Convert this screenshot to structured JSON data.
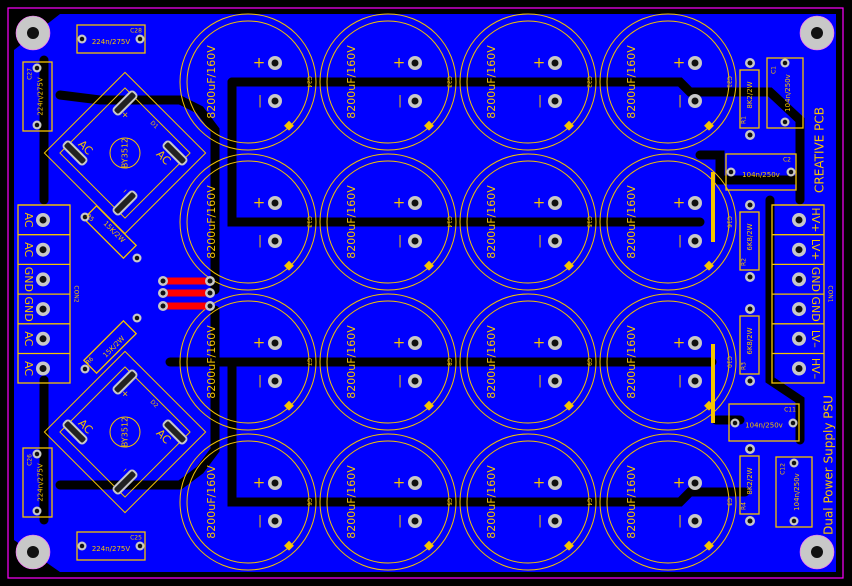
{
  "board": {
    "title": "CREATIVE PCB",
    "subtitle": "Dual Power Supply PSU",
    "colors": {
      "copper": "#0000ff",
      "silk": "#f5c400",
      "outline": "#ff00ff",
      "pad": "#c8c8c8",
      "jumper": "#ff0000",
      "background": "#000000"
    }
  },
  "electrolytics": {
    "value": "8200uF/160V",
    "plus": "+",
    "minus": "|",
    "rows": [
      [
        "C24",
        "C23",
        "C22",
        "C21"
      ],
      [
        "C13",
        "C14",
        "C15",
        "C16"
      ],
      [
        "C7",
        "C8",
        "C9",
        "C10"
      ],
      [
        "C6",
        "C5",
        "C4",
        "C3"
      ]
    ]
  },
  "bridges": [
    {
      "ref": "D1",
      "part": "BY3512",
      "ac": "AC",
      "plus": "+",
      "minus": "–"
    },
    {
      "ref": "D2",
      "part": "BY3512",
      "ac": "AC",
      "plus": "+",
      "minus": "–"
    }
  ],
  "small_caps": [
    {
      "ref": "C28",
      "value": "224n/275V"
    },
    {
      "ref": "C27",
      "value": "224n/275V"
    },
    {
      "ref": "C26",
      "value": "224n/275V"
    },
    {
      "ref": "C25",
      "value": "224n/275V"
    },
    {
      "ref": "C1",
      "value": "104n/250v"
    },
    {
      "ref": "C2",
      "value": "104n/250v"
    },
    {
      "ref": "C11",
      "value": "104n/250v"
    },
    {
      "ref": "C12",
      "value": "104n/250v"
    }
  ],
  "resistors": [
    {
      "ref": "R1",
      "value": "8K2/2W"
    },
    {
      "ref": "R2",
      "value": "6K8/2W"
    },
    {
      "ref": "R3",
      "value": "6K8/2W"
    },
    {
      "ref": "R4",
      "value": "8K2/2W"
    },
    {
      "ref": "R5",
      "value": "15K/2W"
    },
    {
      "ref": "R6",
      "value": "15K/2W"
    }
  ],
  "connectors": {
    "left": {
      "ref": "CON2",
      "pins": [
        "AC",
        "AC",
        "GND",
        "GND",
        "AC",
        "AC"
      ]
    },
    "right": {
      "ref": "CON1",
      "pins": [
        "HV+",
        "LV+",
        "GND",
        "GND",
        "LV–",
        "HV–"
      ]
    }
  }
}
